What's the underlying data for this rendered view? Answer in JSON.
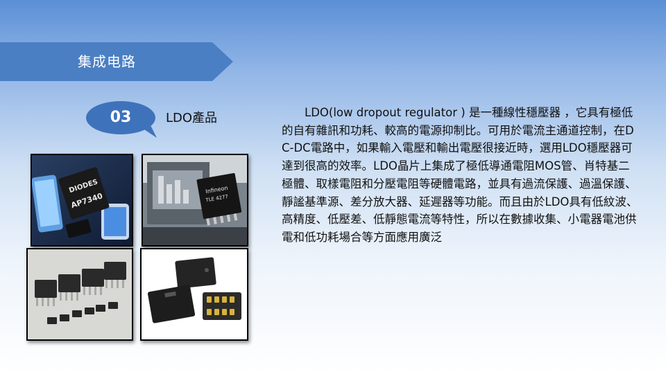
{
  "header": {
    "title": "集成电路"
  },
  "section": {
    "number": "03",
    "title": "LDO產品"
  },
  "photos": [
    {
      "id": "diodes-ap7340",
      "texts": [
        "DIODES",
        "AP7340"
      ]
    },
    {
      "id": "infineon-chip",
      "texts": [
        "Infineon",
        "TLE 4277"
      ]
    },
    {
      "id": "dip-chips",
      "texts": []
    },
    {
      "id": "smd-packages",
      "texts": []
    }
  ],
  "content": {
    "paragraph": "LDO(low dropout regulator ) 是一種線性穩壓器 ，它具有極低的自有雜訊和功耗、較高的電源抑制比。可用於電流主通道控制，在DC-DC電路中，如果輸入電壓和輸出電壓很接近時，選用LDO穩壓器可達到很高的效率。LDO晶片上集成了極低導通電阻MOS管、肖特基二極體、取樣電阻和分壓電阻等硬體電路，並具有過流保護、過溫保護、靜謐基準源、差分放大器、延遲器等功能。而且由於LDO具有低紋波、高精度、低壓差、低靜態電流等特性，所以在數據收集、小電器電池供電和低功耗場合等方面應用廣泛"
  },
  "colors": {
    "banner": "#4a7fc4",
    "badge": "#3e73bb",
    "text": "#111111"
  }
}
